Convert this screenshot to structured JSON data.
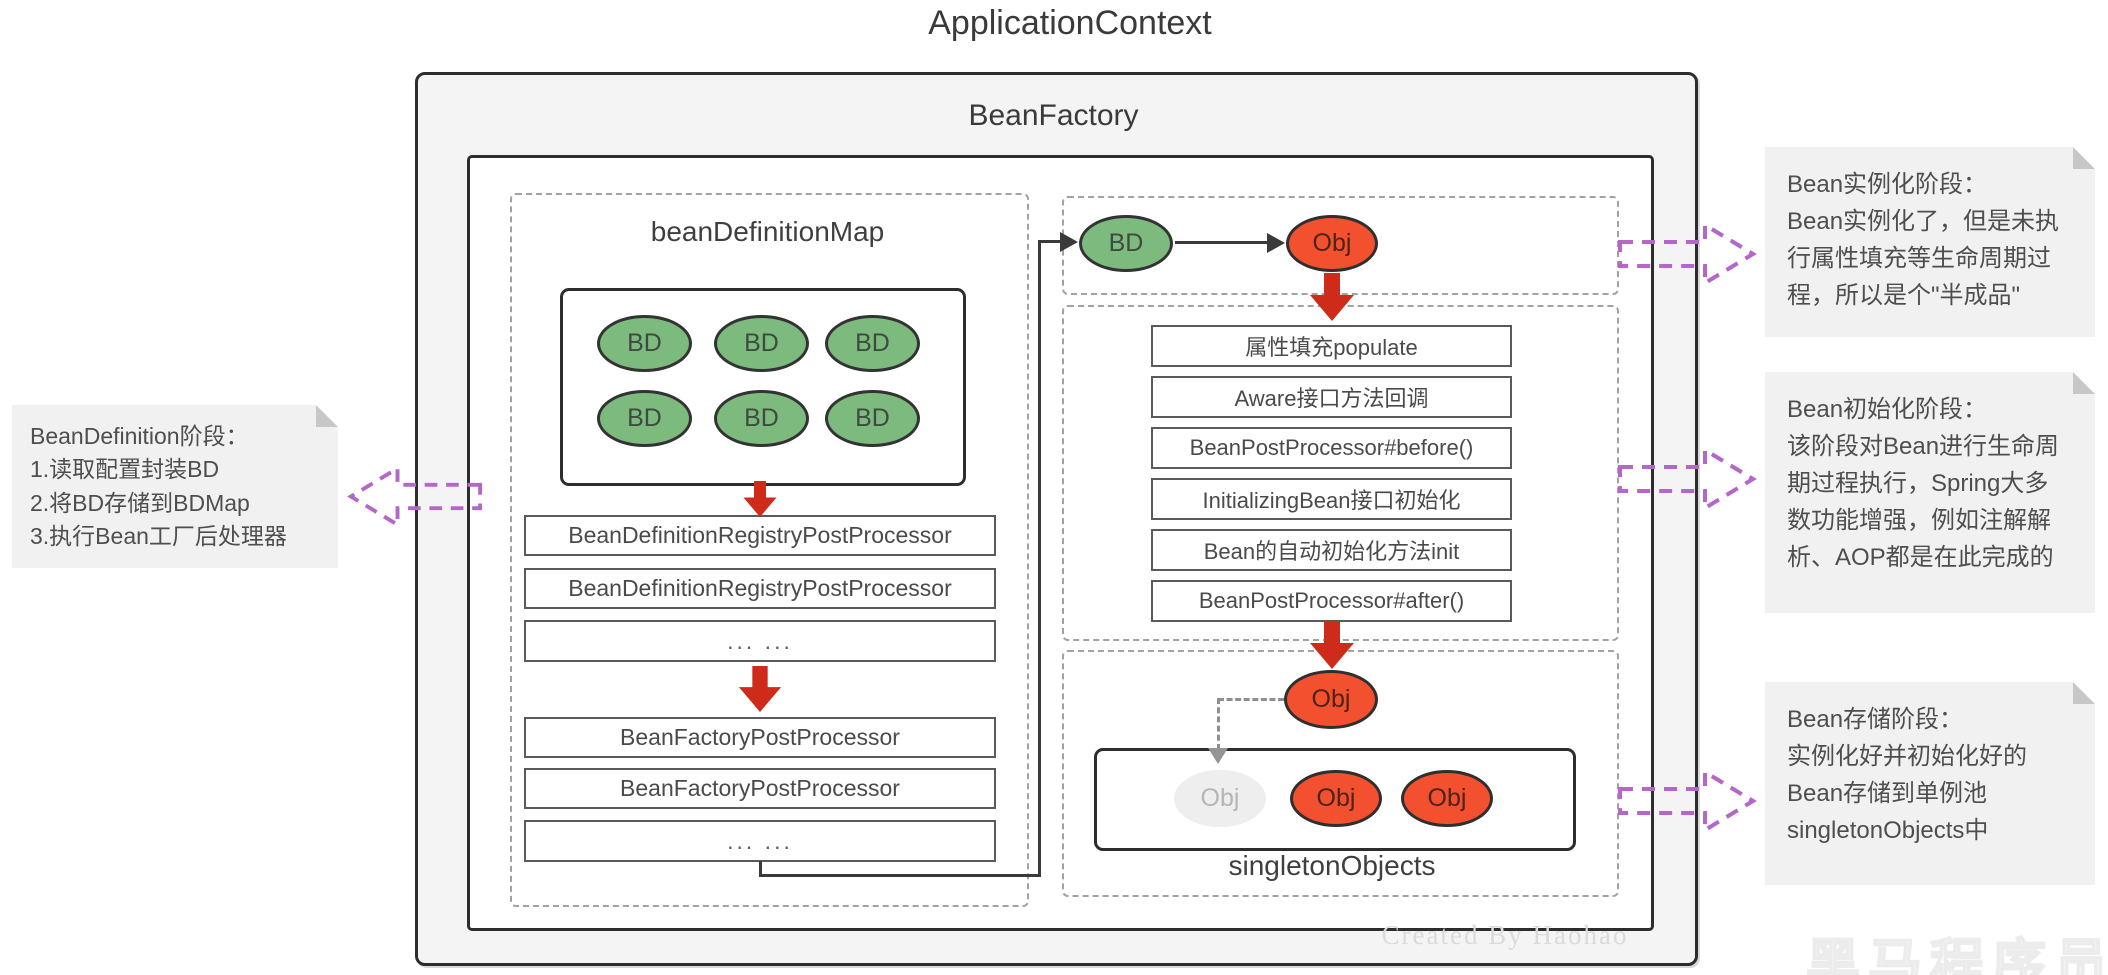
{
  "title": "ApplicationContext",
  "bean_factory": {
    "label": "BeanFactory"
  },
  "bean_definition_map": {
    "label": "beanDefinitionMap",
    "bd_items": [
      "BD",
      "BD",
      "BD",
      "BD",
      "BD",
      "BD"
    ],
    "registry_processors": [
      "BeanDefinitionRegistryPostProcessor",
      "BeanDefinitionRegistryPostProcessor",
      "... ..."
    ],
    "factory_processors": [
      "BeanFactoryPostProcessor",
      "BeanFactoryPostProcessor",
      "... ..."
    ]
  },
  "instantiation": {
    "bd_label": "BD",
    "obj_label": "Obj"
  },
  "initialization": {
    "steps": [
      "属性填充populate",
      "Aware接口方法回调",
      "BeanPostProcessor#before()",
      "InitializingBean接口初始化",
      "Bean的自动初始化方法init",
      "BeanPostProcessor#after()"
    ]
  },
  "storage": {
    "obj_label": "Obj",
    "pool_label": "singletonObjects",
    "pool_items": [
      "Obj",
      "Obj",
      "Obj"
    ]
  },
  "notes": {
    "left": "BeanDefinition阶段：\n1.读取配置封装BD\n2.将BD存储到BDMap\n3.执行Bean工厂后处理器",
    "right_top": "Bean实例化阶段：\nBean实例化了，但是未执\n行属性填充等生命周期过\n程，所以是个\"半成品\"",
    "right_middle": "Bean初始化阶段：\n该阶段对Bean进行生命周\n期过程执行，Spring大多\n数功能增强，例如注解解\n析、AOP都是在此完成的",
    "right_bottom": "Bean存储阶段：\n实例化好并初始化好的\nBean存储到单例池\nsingletonObjects中"
  },
  "watermark": {
    "created_by": "Created By Haohao",
    "corner_logo": "黑马程序员"
  },
  "colors": {
    "bd_green": "#7cba7e",
    "obj_red": "#f2502e",
    "flow_arrow_red": "#cf2b1b",
    "phase_arrow_purple": "#b566c9",
    "outer_fill": "#f4f4f4",
    "note_fill": "#f1f1f1",
    "border_dark": "#2d2d2d"
  }
}
